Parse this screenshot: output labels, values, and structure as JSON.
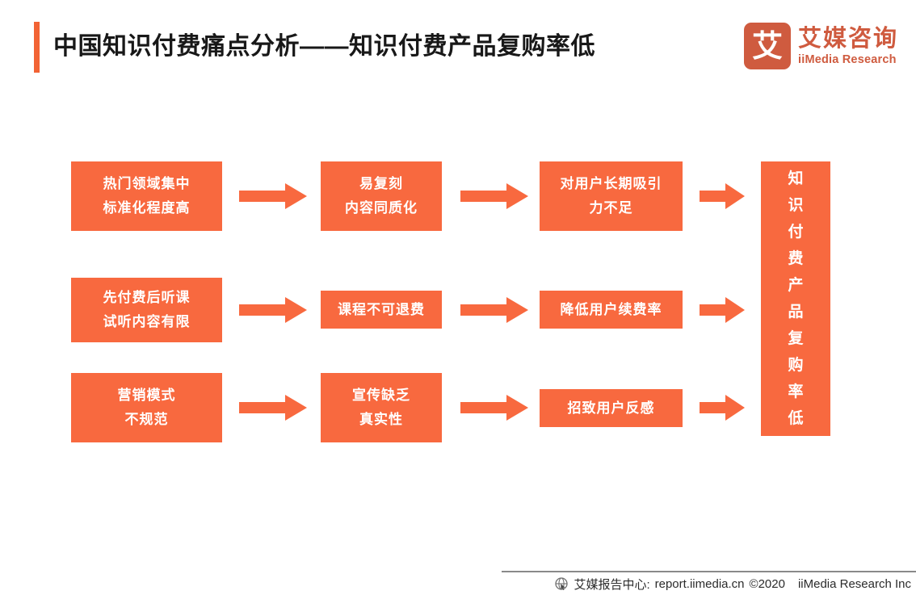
{
  "header": {
    "title": "中国知识付费痛点分析——知识付费产品复购率低",
    "accent_color": "#F26334",
    "logo": {
      "mark_char": "艾",
      "name_cn": "艾媒咨询",
      "name_en": "iiMedia Research",
      "color": "#CF5B3F"
    }
  },
  "diagram": {
    "box_color": "#F8693F",
    "arrow_color": "#F8693F",
    "rows": [
      {
        "cells": [
          {
            "lines": [
              "热门领域集中",
              "标准化程度高"
            ]
          },
          {
            "lines": [
              "易复刻",
              "内容同质化"
            ]
          },
          {
            "lines": [
              "对用户长期吸引",
              "力不足"
            ]
          }
        ]
      },
      {
        "cells": [
          {
            "lines": [
              "先付费后听课",
              "试听内容有限"
            ]
          },
          {
            "lines": [
              "课程不可退费"
            ]
          },
          {
            "lines": [
              "降低用户续费率"
            ]
          }
        ]
      },
      {
        "cells": [
          {
            "lines": [
              "营销模式",
              "不规范"
            ]
          },
          {
            "lines": [
              "宣传缺乏",
              "真实性"
            ]
          },
          {
            "lines": [
              "招致用户反感"
            ]
          }
        ]
      }
    ],
    "result_box": {
      "text": "知识付费产品复购率低",
      "chars": [
        "知",
        "识",
        "付",
        "费",
        "产",
        "品",
        "复",
        "购",
        "率",
        "低"
      ]
    },
    "arrow_icon_name": "right-arrow-icon"
  },
  "footer": {
    "icon": "globe-cursor-icon",
    "label": "艾媒报告中心:",
    "url": "report.iimedia.cn",
    "copyright": "©2020",
    "company": "iiMedia Research  Inc"
  }
}
